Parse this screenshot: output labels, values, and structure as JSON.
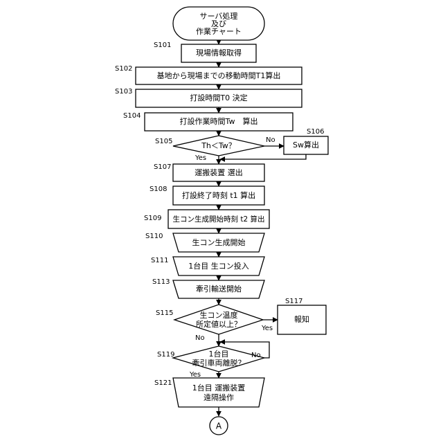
{
  "nodes": {
    "start": [
      "サーバ処理",
      "及び",
      "作業チャート"
    ],
    "s101": [
      "現場情報取得"
    ],
    "s102": [
      "基地から現場までの移動時間T1算出"
    ],
    "s103": [
      "打設時間T0 決定"
    ],
    "s104": [
      "打設作業時間Tw　算出"
    ],
    "s105": [
      "Th＜Tw？"
    ],
    "s106": [
      "Sw算出"
    ],
    "s107": [
      "運搬装置 選出"
    ],
    "s108": [
      "打設終了時刻 t1 算出"
    ],
    "s109": [
      "生コン生成開始時刻 t2 算出"
    ],
    "s110": [
      "生コン生成開始"
    ],
    "s111": [
      "1台目 生コン投入"
    ],
    "s113": [
      "牽引輸送開始"
    ],
    "s115": [
      "生コン温度",
      "所定値以上？"
    ],
    "s117": [
      "報知"
    ],
    "s119": [
      "1台目",
      "牽引車両離脱？"
    ],
    "s121": [
      "1台目 運搬装置",
      "遠隔操作"
    ],
    "conn": [
      "A"
    ]
  },
  "step_labels": {
    "s101": "S101",
    "s102": "S102",
    "s103": "S103",
    "s104": "S104",
    "s105": "S105",
    "s106": "S106",
    "s107": "S107",
    "s108": "S108",
    "s109": "S109",
    "s110": "S110",
    "s111": "S111",
    "s113": "S113",
    "s115": "S115",
    "s117": "S117",
    "s119": "S119",
    "s121": "S121"
  },
  "edge_labels": {
    "s105_no": "No",
    "s105_yes": "Yes",
    "s115_yes": "Yes",
    "s115_no": "No",
    "s119_no": "No",
    "s119_yes": "Yes"
  }
}
